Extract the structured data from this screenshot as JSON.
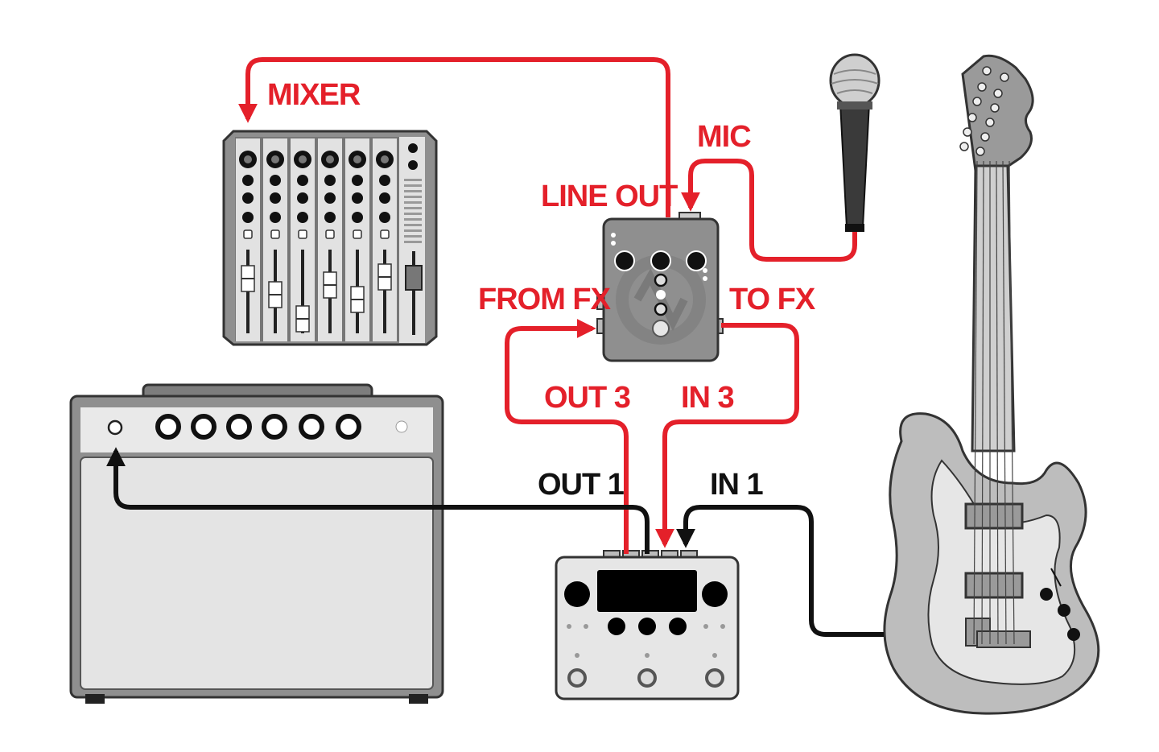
{
  "labels": {
    "mixer": "MIXER",
    "mic": "MIC",
    "line_out": "LINE OUT",
    "from_fx": "FROM FX",
    "to_fx": "TO FX",
    "out3": "OUT 3",
    "in3": "IN 3",
    "out1": "OUT 1",
    "in1": "IN 1"
  },
  "colors": {
    "signal_red": "#e4202a",
    "signal_black": "#111111",
    "device_gray": "#8f8f8f",
    "panel_light": "#e6e6e6"
  },
  "devices": [
    "mixer-icon",
    "microphone-icon",
    "di-box-icon",
    "amplifier-icon",
    "multi-effects-pedal-icon",
    "electric-guitar-icon"
  ]
}
